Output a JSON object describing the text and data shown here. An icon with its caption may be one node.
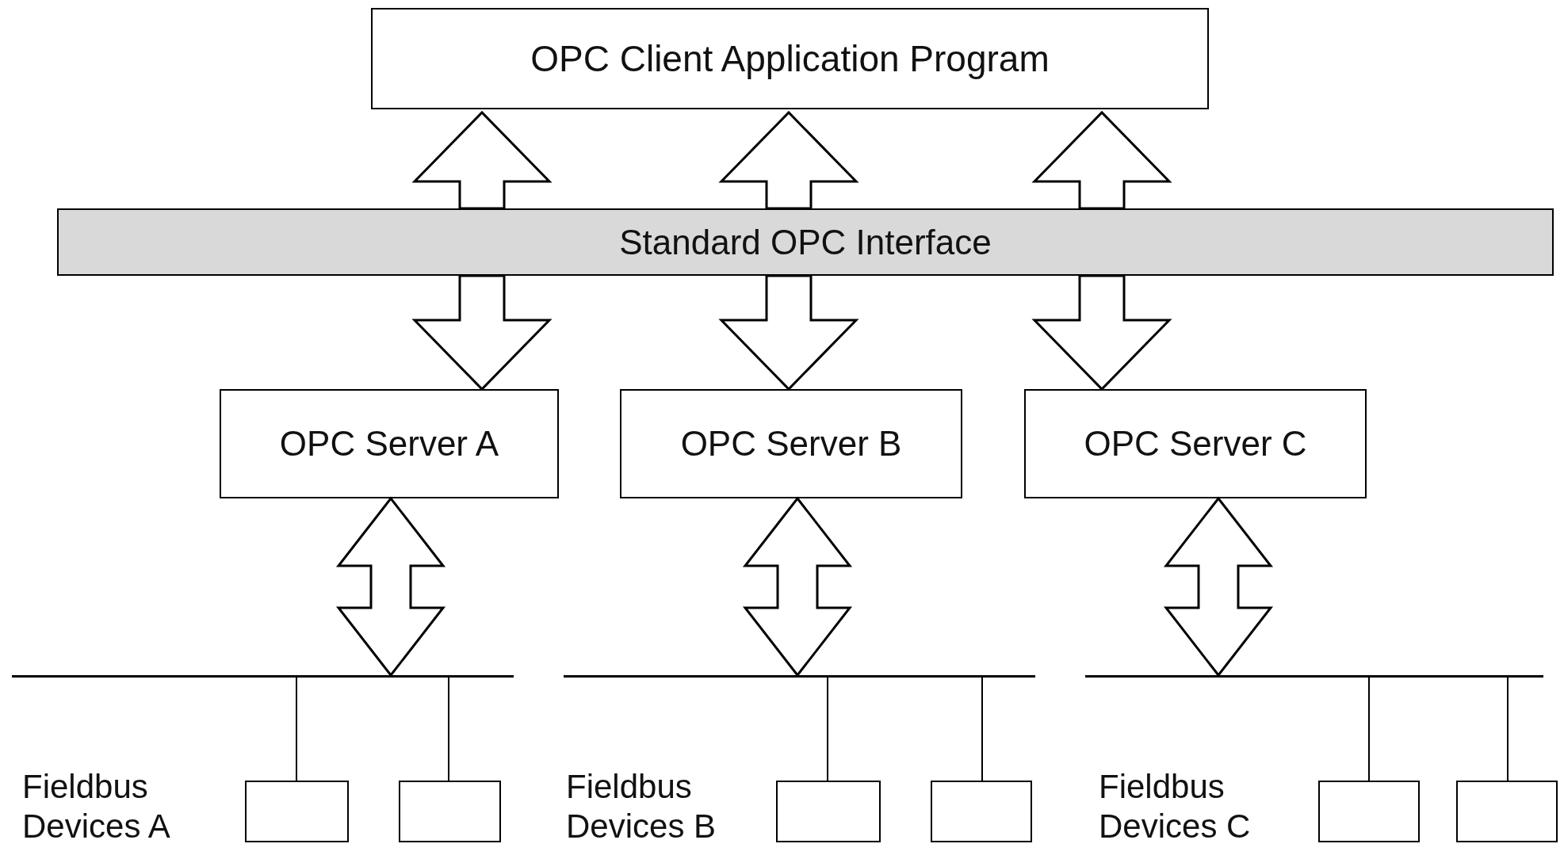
{
  "diagram": {
    "nodes": [
      {
        "text": [
          "OPC Client Application Program"
        ]
      },
      {
        "text": [
          "Standard OPC Interface"
        ]
      },
      {
        "text": [
          "OPC Server A"
        ]
      },
      {
        "text": [
          "OPC Server B"
        ]
      },
      {
        "text": [
          "OPC Server C"
        ]
      },
      {
        "text": [],
        "shape": "line",
        "beside": [
          "Fieldbus Devices A"
        ]
      },
      {
        "text": [],
        "shape": "line",
        "beside": [
          "Fieldbus Devices B"
        ]
      },
      {
        "text": [],
        "shape": "line",
        "beside": [
          "Fieldbus Devices C"
        ]
      },
      {
        "text": [],
        "shape": "box"
      },
      {
        "text": [],
        "shape": "box"
      },
      {
        "text": [],
        "shape": "box"
      },
      {
        "text": [],
        "shape": "box"
      },
      {
        "text": [],
        "shape": "box"
      },
      {
        "text": [],
        "shape": "box"
      }
    ],
    "edges": [
      {
        "from": 1,
        "to": 0,
        "arrow": "to",
        "style": "thick"
      },
      {
        "from": 1,
        "to": 0,
        "arrow": "to",
        "style": "thick"
      },
      {
        "from": 1,
        "to": 0,
        "arrow": "to",
        "style": "thick"
      },
      {
        "from": 1,
        "to": 2,
        "arrow": "to",
        "style": "thick"
      },
      {
        "from": 1,
        "to": 3,
        "arrow": "to",
        "style": "thick"
      },
      {
        "from": 1,
        "to": 4,
        "arrow": "to",
        "style": "thick"
      },
      {
        "from": 2,
        "to": 5,
        "arrow": "both",
        "style": "thick"
      },
      {
        "from": 3,
        "to": 6,
        "arrow": "both",
        "style": "thick"
      },
      {
        "from": 4,
        "to": 7,
        "arrow": "both",
        "style": "thick"
      },
      {
        "from": 5,
        "to": 8,
        "arrow": "none"
      },
      {
        "from": 5,
        "to": 9,
        "arrow": "none"
      },
      {
        "from": 6,
        "to": 10,
        "arrow": "none"
      },
      {
        "from": 6,
        "to": 11,
        "arrow": "none"
      },
      {
        "from": 7,
        "to": 12,
        "arrow": "none"
      },
      {
        "from": 7,
        "to": 13,
        "arrow": "none"
      }
    ]
  }
}
